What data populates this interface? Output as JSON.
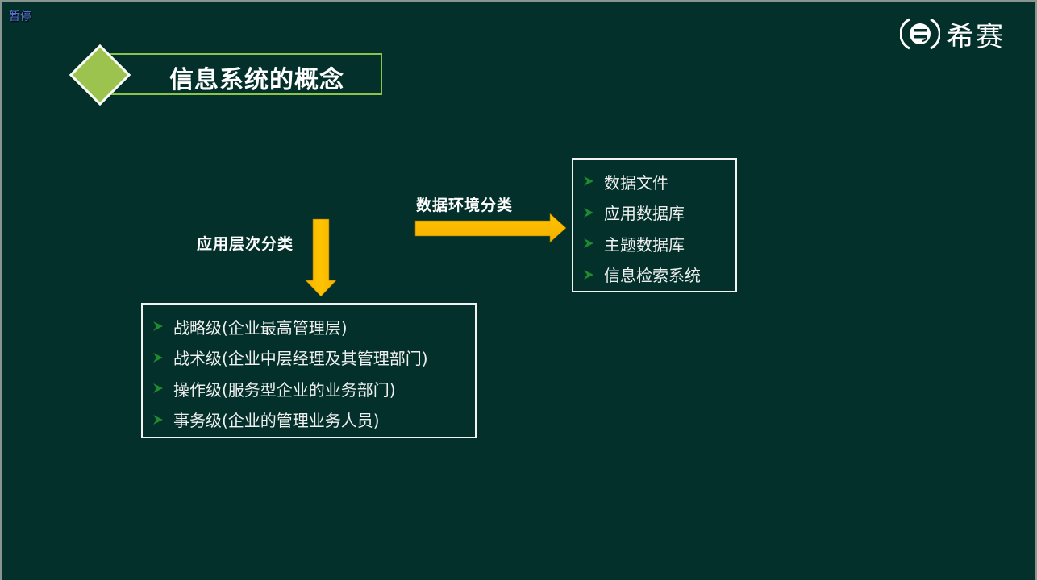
{
  "overlay": {
    "pause_label": "暂停"
  },
  "brand": {
    "logo_icon": "e-circle-logo-icon",
    "name": "希赛"
  },
  "slide": {
    "title": "信息系统的概念",
    "colors": {
      "background": "#03302a",
      "accent_green": "#8bc34a",
      "diamond_fill": "#9bc34e",
      "arrow_yellow": "#ffc000",
      "bullet_green": "#1f8a2e",
      "box_border": "#f2f2f2"
    },
    "application_level": {
      "label": "应用层次分类",
      "items": [
        {
          "text": "战略级(企业最高管理层)"
        },
        {
          "text": "战术级(企业中层经理及其管理部门)"
        },
        {
          "text": "操作级(服务型企业的业务部门)"
        },
        {
          "text": "事务级(企业的管理业务人员)"
        }
      ]
    },
    "data_environment": {
      "label": "数据环境分类",
      "items": [
        {
          "text": "数据文件"
        },
        {
          "text": "应用数据库"
        },
        {
          "text": "主题数据库"
        },
        {
          "text": "信息检索系统"
        }
      ]
    }
  }
}
